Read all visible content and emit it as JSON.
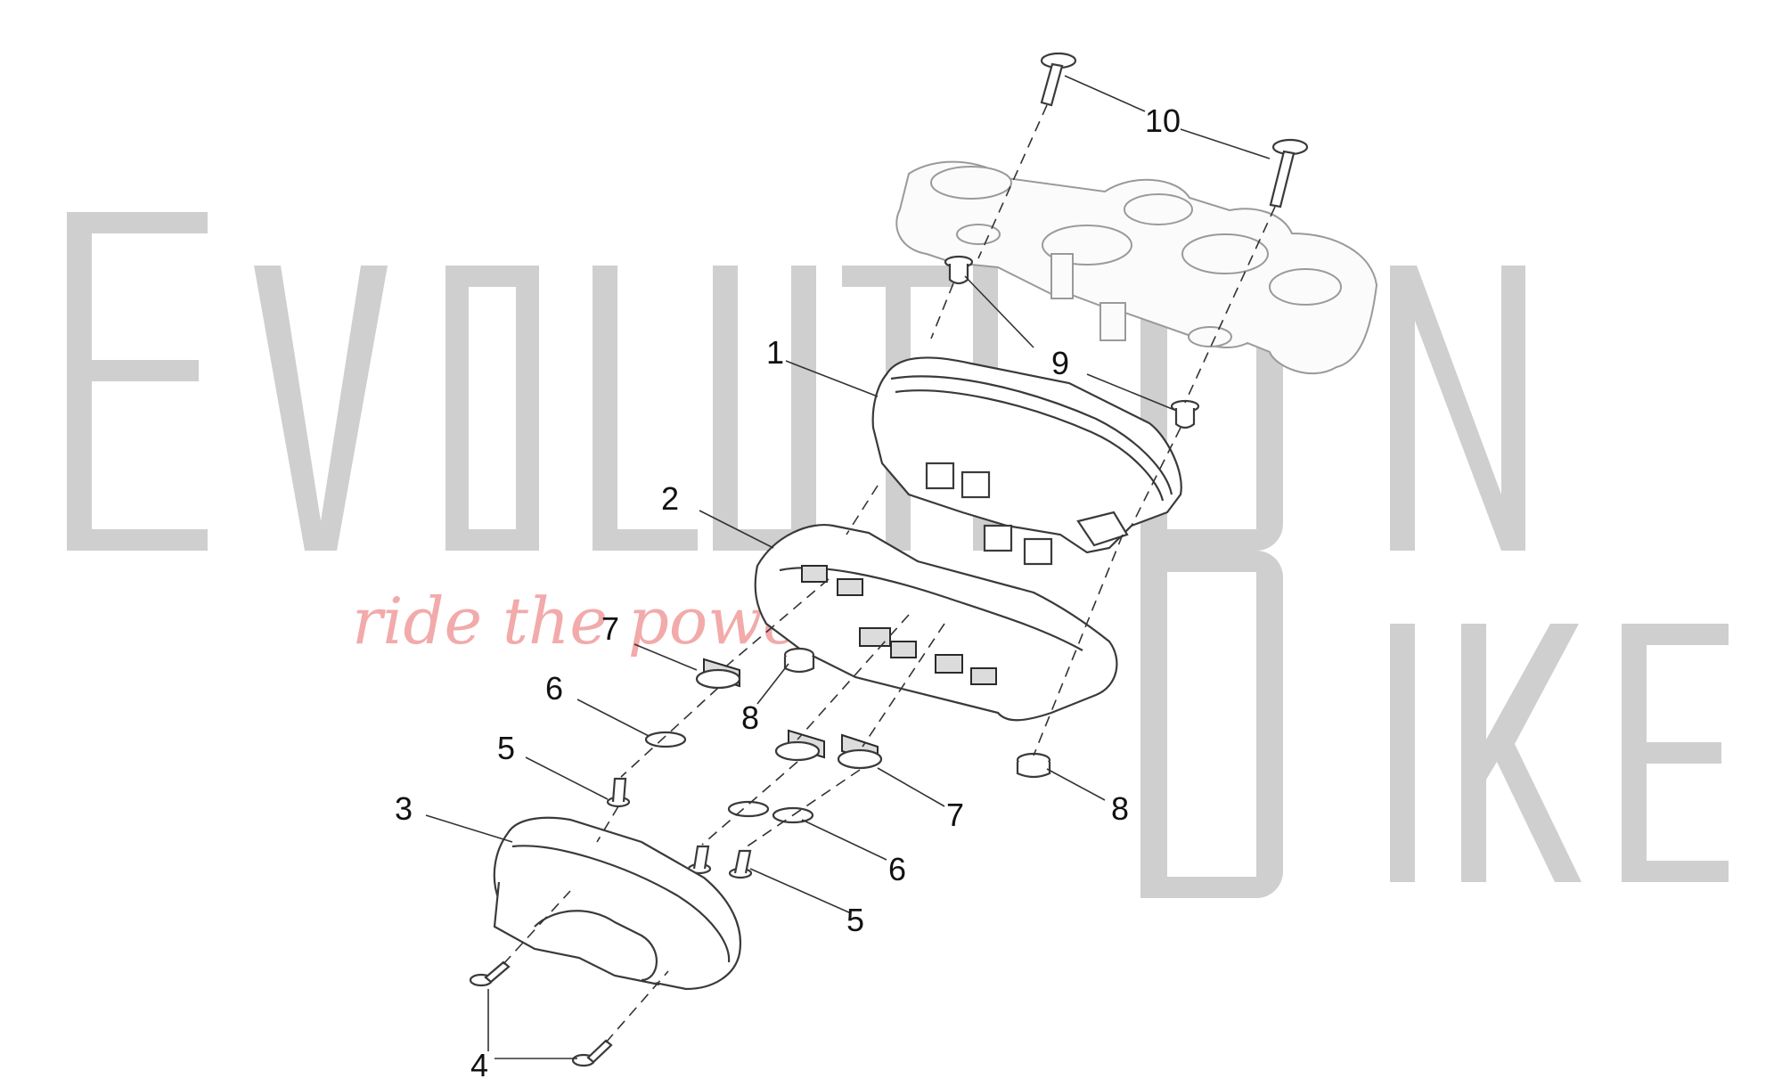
{
  "watermark": {
    "line1": "EVOLUTION",
    "line2": "BIKE",
    "slogan": "ride the power"
  },
  "callouts": {
    "c1": "1",
    "c2": "2",
    "c3": "3",
    "c4": "4",
    "c5a": "5",
    "c5b": "5",
    "c6a": "6",
    "c6b": "6",
    "c7a": "7",
    "c7b": "7",
    "c8a": "8",
    "c8b": "8",
    "c9": "9",
    "c10": "10"
  }
}
